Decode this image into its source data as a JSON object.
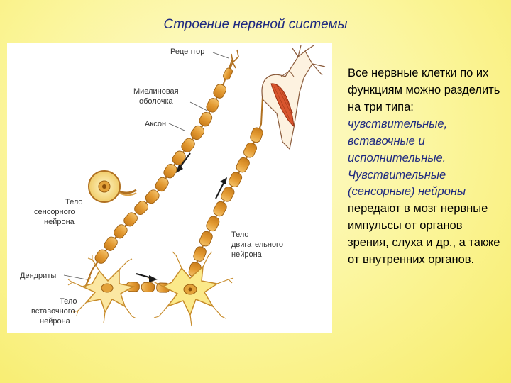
{
  "slide": {
    "title": "Строение нервной системы"
  },
  "figure": {
    "labels": {
      "receptor": "Рецептор",
      "myelin_1": "Миелиновая",
      "myelin_2": "оболочка",
      "axon": "Аксон",
      "sensory_body_1": "Тело",
      "sensory_body_2": "сенсорного",
      "sensory_body_3": "нейрона",
      "motor_body_1": "Тело",
      "motor_body_2": "двигательного",
      "motor_body_3": "нейрона",
      "dendrites": "Дендриты",
      "inter_body_1": "Тело",
      "inter_body_2": "вставочного",
      "inter_body_3": "нейрона"
    },
    "colors": {
      "segment_fill": "#e3a23a",
      "segment_stroke": "#9c5f12",
      "arrow": "#1a1a1a",
      "muscle": "#d8552e"
    }
  },
  "text": {
    "part1": "Все нервные клетки по их функциям можно разделить на три типа: ",
    "part2": "чувствительные, вставочные и исполнительные. Чувствительные (сенсорные) нейроны",
    "part3": " передают в мозг нервные импульсы от органов зрения, слуха и др., а также от внутренних органов."
  }
}
